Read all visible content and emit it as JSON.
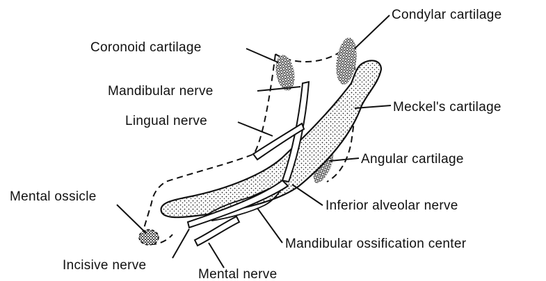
{
  "labels": {
    "condylar_cartilage": "Condylar cartilage",
    "coronoid_cartilage": "Coronoid cartilage",
    "mandibular_nerve": "Mandibular nerve",
    "meckels_cartilage": "Meckel's cartilage",
    "lingual_nerve": "Lingual nerve",
    "angular_cartilage": "Angular cartilage",
    "mental_ossicle": "Mental ossicle",
    "inferior_alveolar_nerve": "Inferior alveolar nerve",
    "mandibular_ossification_center": "Mandibular ossification center",
    "incisive_nerve": "Incisive nerve",
    "mental_nerve": "Mental nerve"
  },
  "colors": {
    "ink": "#111111",
    "background": "#ffffff"
  }
}
